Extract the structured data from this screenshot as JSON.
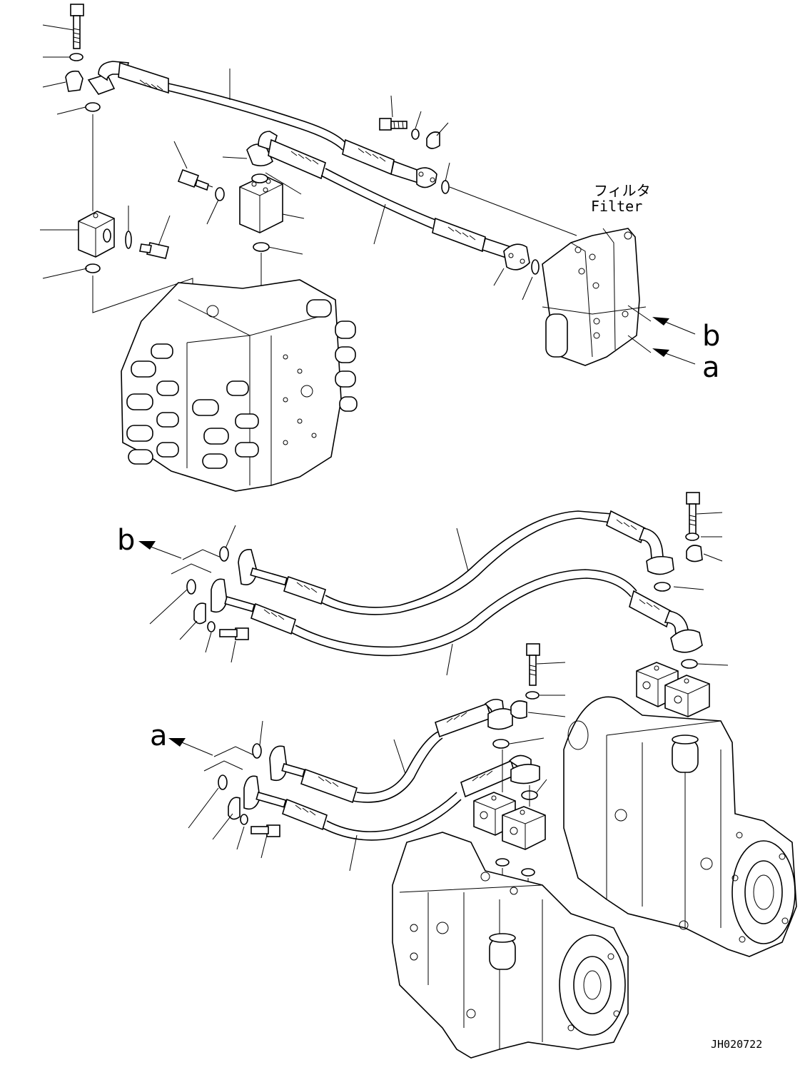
{
  "labels": {
    "filter_ja": "フィルタ",
    "filter_en": "Filter",
    "ref_b": "b",
    "ref_a": "a",
    "drawing_id": "JH020722"
  }
}
